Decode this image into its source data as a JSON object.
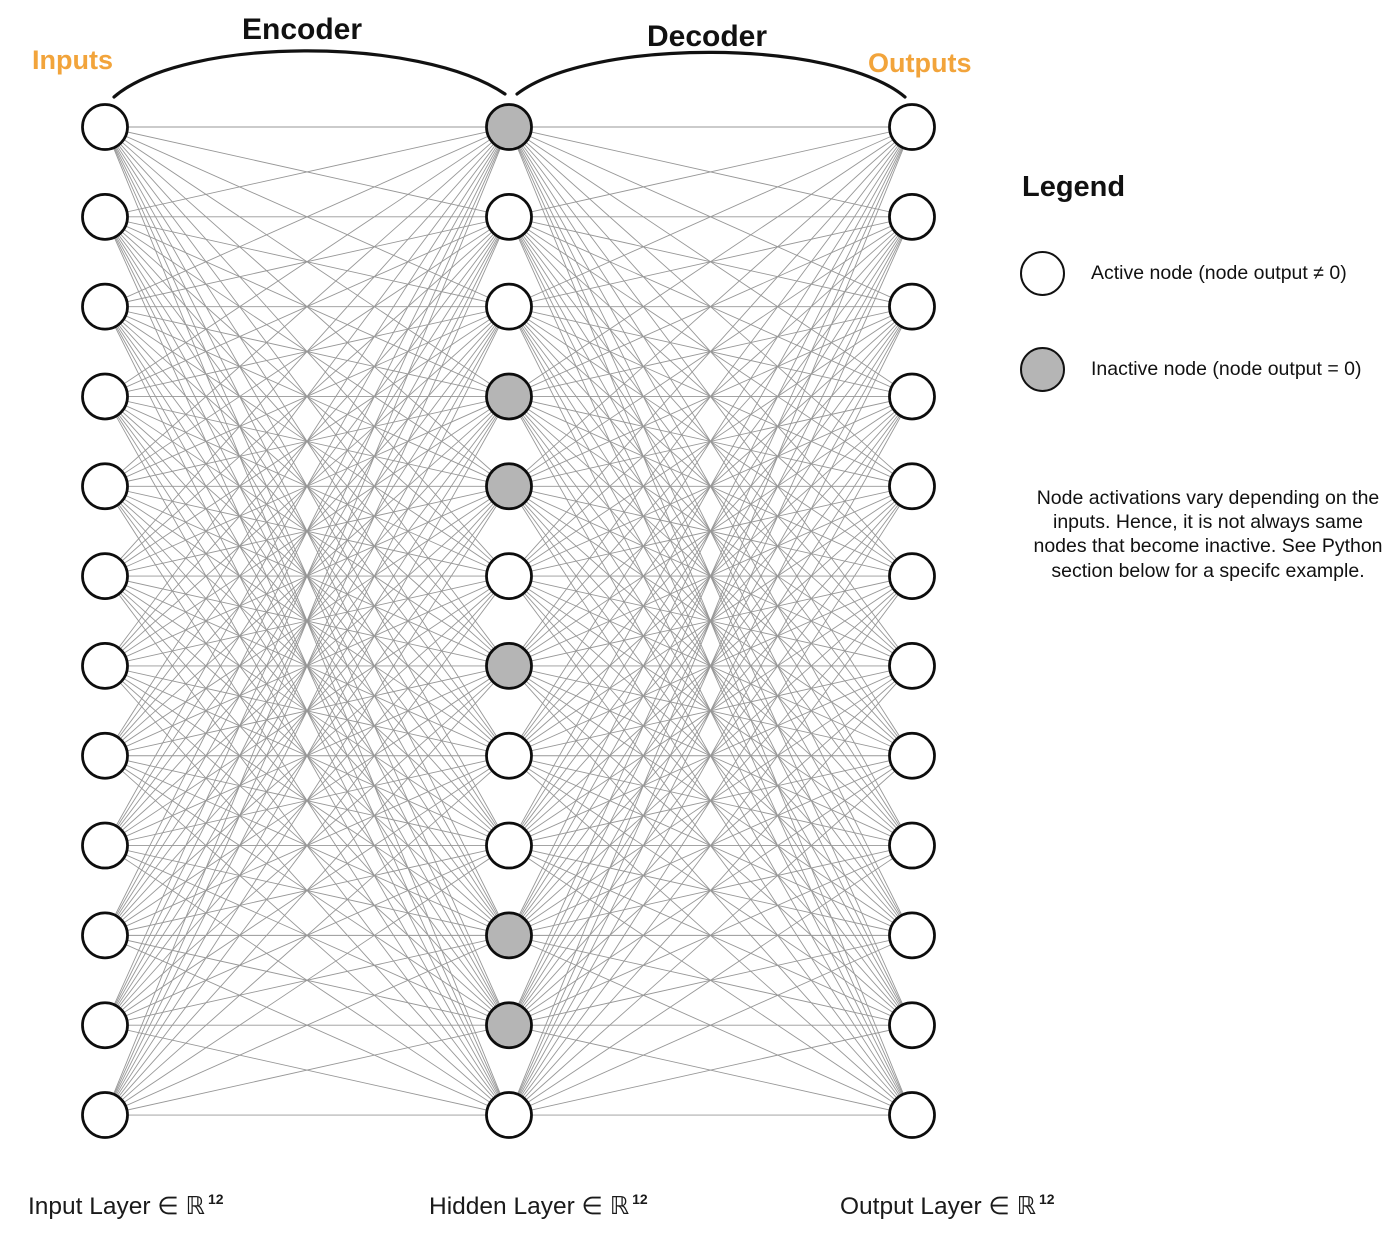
{
  "colors": {
    "accent": "#F2A43B",
    "active_fill": "#ffffff",
    "inactive_fill": "#b5b5b5",
    "node_stroke": "#0d0d0d",
    "edge": "#979797",
    "arc": "#111111"
  },
  "annotations": {
    "inputs": "Inputs",
    "encoder": "Encoder",
    "decoder": "Decoder",
    "outputs": "Outputs"
  },
  "legend": {
    "title": "Legend",
    "items": [
      {
        "state": "active",
        "label": "Active node (node output ≠ 0)"
      },
      {
        "state": "inactive",
        "label": "Inactive node (node output = 0)"
      }
    ]
  },
  "note": "Node activations vary depending on the inputs. Hence, it is not always same nodes that become inactive. See Python section below for a specifc example.",
  "layers": [
    {
      "id": "input",
      "label_base": "Input Layer ∈ ℝ",
      "label_sup": "12",
      "states": [
        "active",
        "active",
        "active",
        "active",
        "active",
        "active",
        "active",
        "active",
        "active",
        "active",
        "active",
        "active"
      ]
    },
    {
      "id": "hidden",
      "label_base": "Hidden Layer ∈ ℝ",
      "label_sup": "12",
      "states": [
        "inactive",
        "active",
        "active",
        "inactive",
        "inactive",
        "active",
        "inactive",
        "active",
        "active",
        "inactive",
        "inactive",
        "active"
      ]
    },
    {
      "id": "output",
      "label_base": "Output Layer ∈ ℝ",
      "label_sup": "12",
      "states": [
        "active",
        "active",
        "active",
        "active",
        "active",
        "active",
        "active",
        "active",
        "active",
        "active",
        "active",
        "active"
      ]
    }
  ]
}
